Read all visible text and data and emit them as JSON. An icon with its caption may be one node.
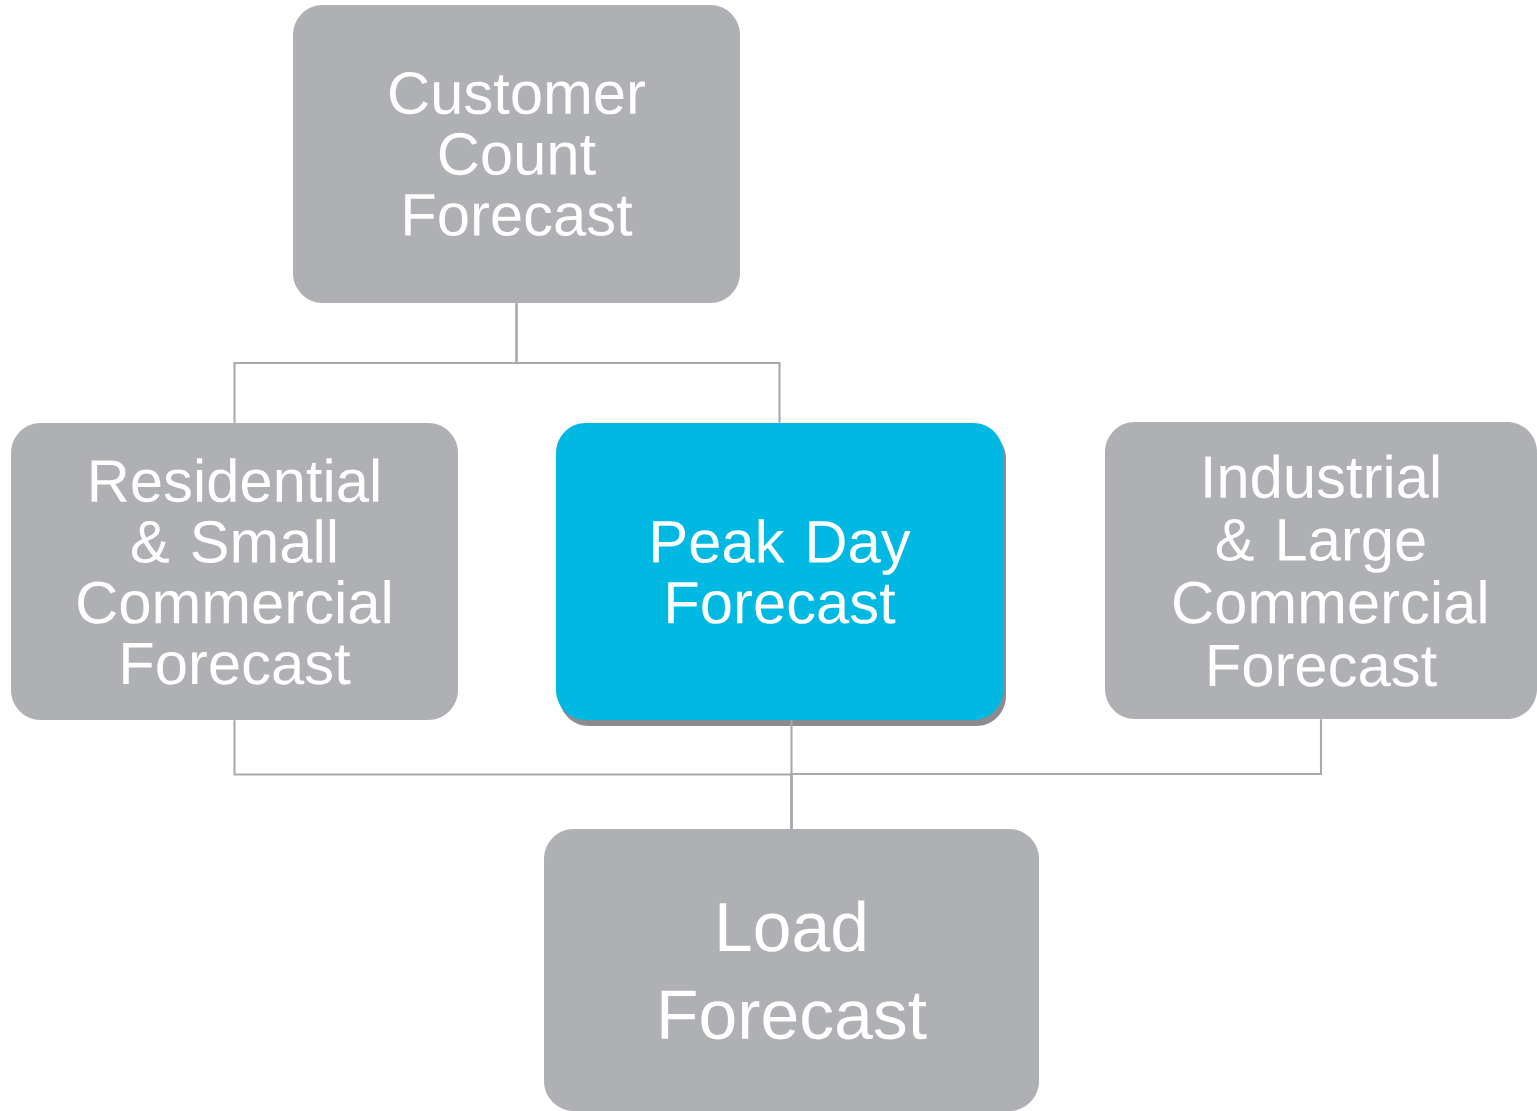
{
  "diagram": {
    "nodes": [
      {
        "text": [
          "Customer Count Forecast"
        ]
      },
      {
        "text": [
          "Residential & Small Commercial Forecast"
        ]
      },
      {
        "text": [
          "Peak Day Forecast"
        ]
      },
      {
        "text": [
          "Industrial & Large Commercial Forecast"
        ]
      },
      {
        "text": [
          "Load Forecast"
        ]
      }
    ],
    "edges": [
      {
        "from": 0,
        "to": 1,
        "arrow": "none"
      },
      {
        "from": 0,
        "to": 2,
        "arrow": "none"
      },
      {
        "from": 1,
        "to": 4,
        "arrow": "none"
      },
      {
        "from": 2,
        "to": 4,
        "arrow": "none"
      },
      {
        "from": 3,
        "to": 4,
        "arrow": "none"
      }
    ]
  }
}
